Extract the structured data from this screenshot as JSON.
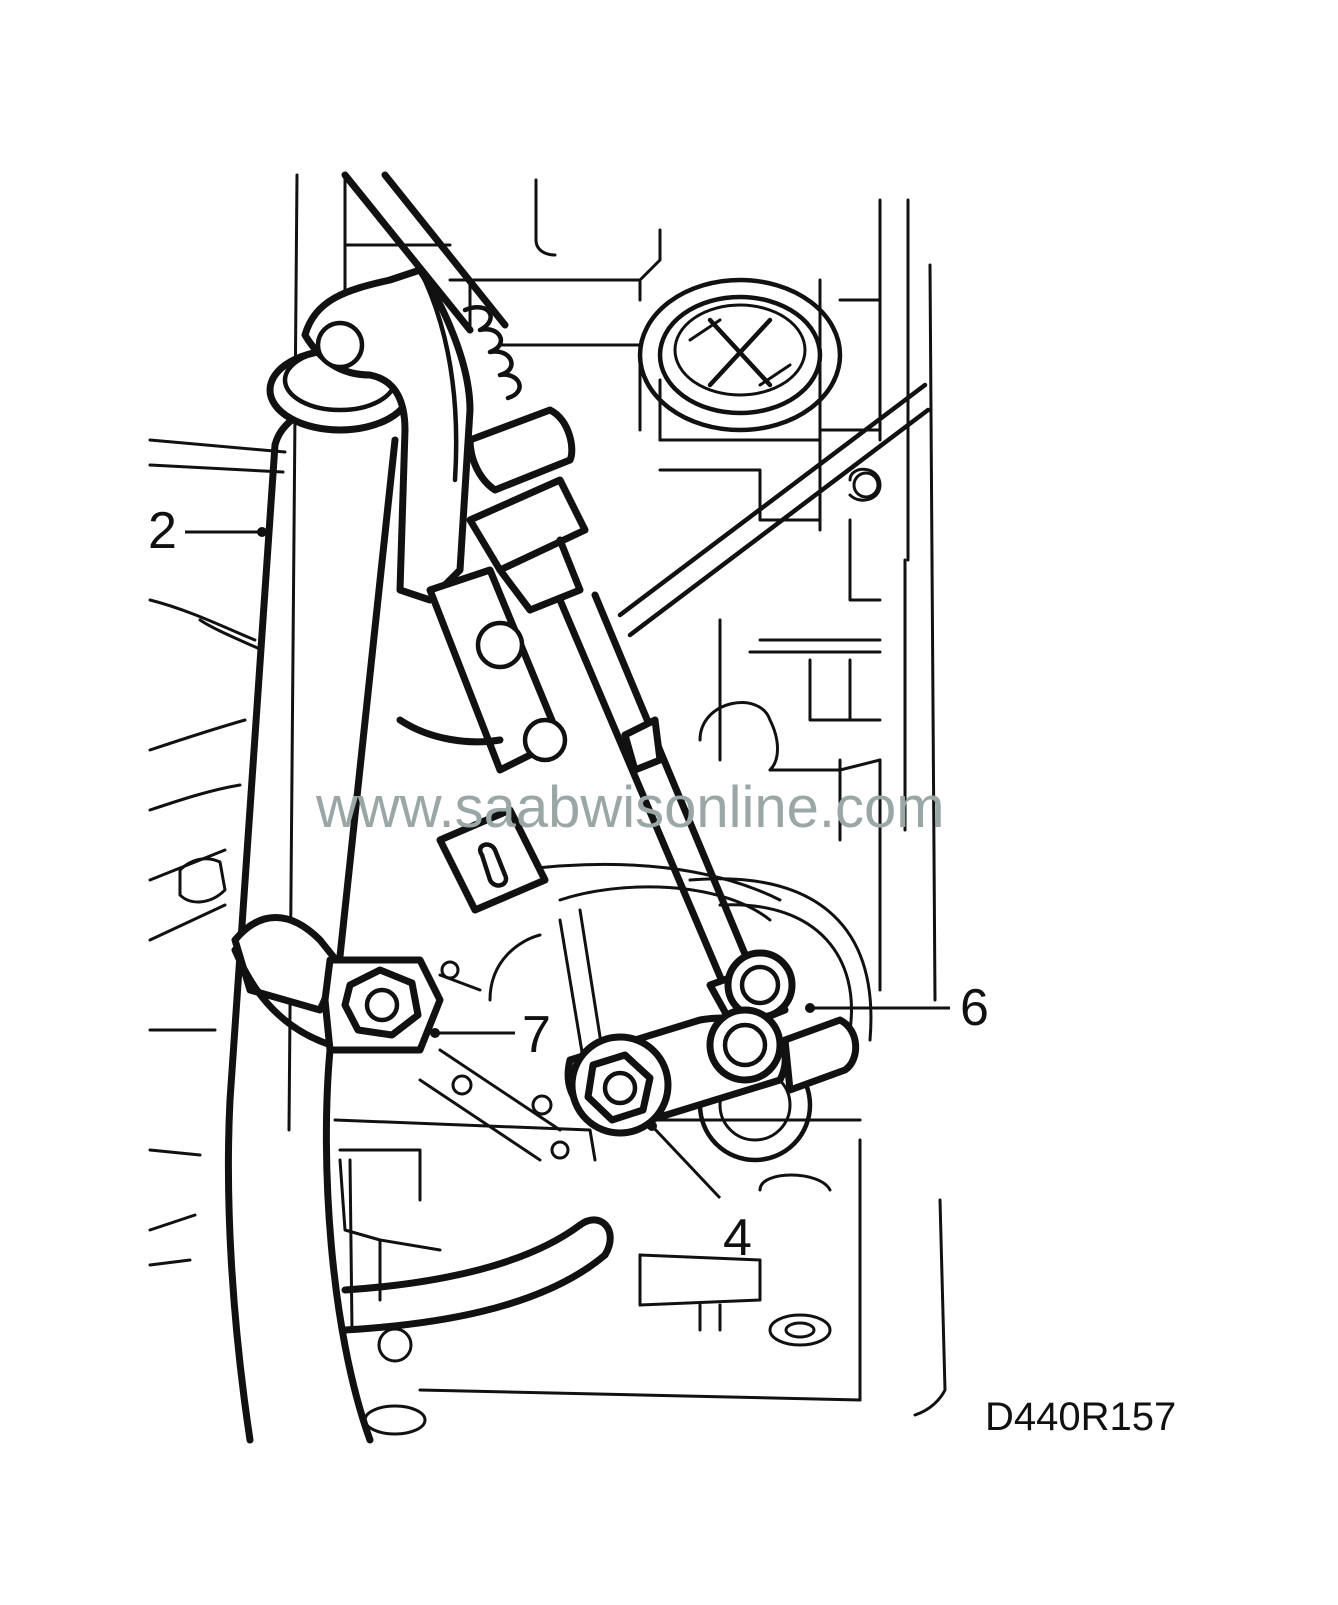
{
  "figure": {
    "id_label": "D440R157",
    "watermark": "www.saabwisonline.com",
    "callouts": [
      {
        "number": "2"
      },
      {
        "number": "6"
      },
      {
        "number": "7"
      },
      {
        "number": "4"
      }
    ]
  }
}
